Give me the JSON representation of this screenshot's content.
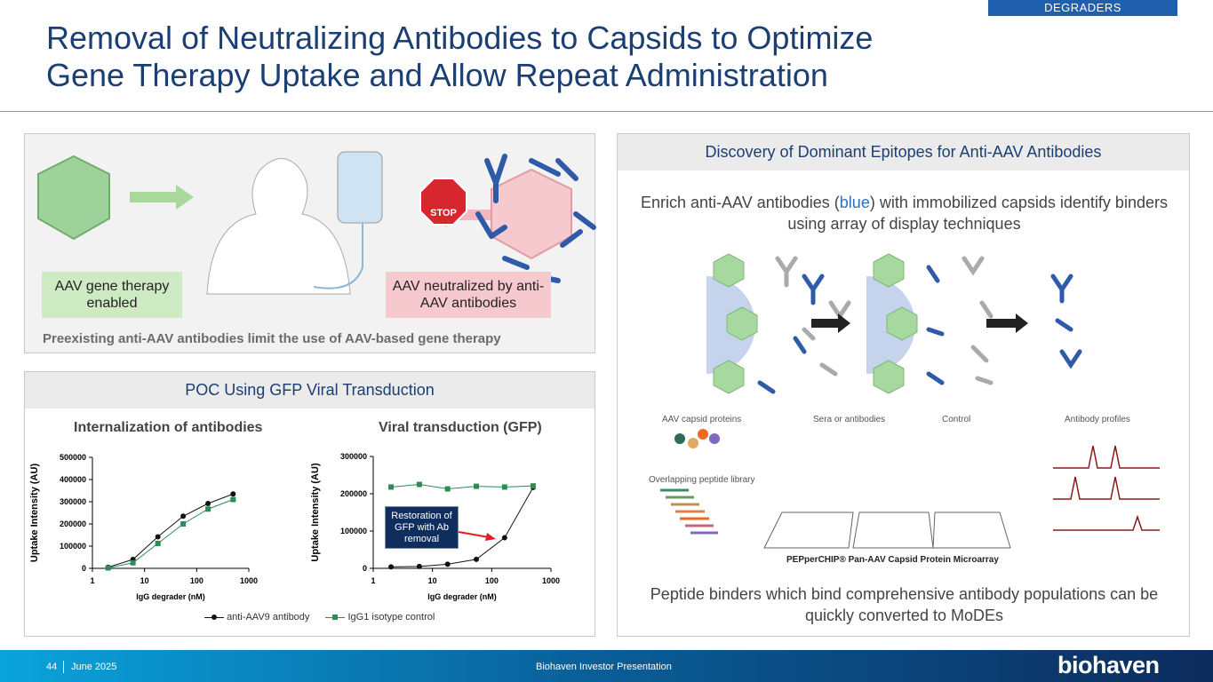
{
  "header": {
    "title_line1": "Removal of Neutralizing Antibodies to Capsids to Optimize",
    "title_line2": "Gene Therapy Uptake and Allow Repeat Administration",
    "badge": "DEGRADERS"
  },
  "top_left": {
    "label_enabled": "AAV gene therapy enabled",
    "label_neutralized": "AAV neutralized by anti-AAV antibodies",
    "stop_sign": "STOP",
    "caption": "Preexisting anti-AAV antibodies limit the use of AAV-based gene therapy"
  },
  "poc": {
    "header": "POC Using GFP Viral Transduction",
    "chart1_title": "Internalization of antibodies",
    "chart2_title": "Viral transduction (GFP)",
    "annotation": "Restoration of GFP with Ab removal",
    "legend": [
      "anti-AAV9 antibody",
      "IgG1 isotype control"
    ]
  },
  "right": {
    "header": "Discovery of Dominant Epitopes for Anti-AAV Antibodies",
    "intro_pre": "Enrich anti-AAV antibodies (",
    "intro_blue": "blue",
    "intro_post": ") with immobilized capsids identify binders using array of display techniques",
    "fig_labels": [
      "AAV capsid proteins",
      "Sera or antibodies",
      "Control",
      "Antibody profiles",
      "Overlapping peptide library",
      "PEPperCHIP® Pan-AAV Capsid Protein Microarray"
    ],
    "conclusion": "Peptide binders which bind comprehensive antibody populations can be quickly converted to MoDEs"
  },
  "footer": {
    "page": "44",
    "date": "June 2025",
    "center": "Biohaven Investor Presentation",
    "logo": "biohaven"
  },
  "colors": {
    "title": "#1b3f73",
    "badge": "#1f5fae",
    "series1": "#111111",
    "series2": "#2e8b57"
  },
  "chart_data": [
    {
      "type": "line",
      "title": "Internalization of antibodies",
      "xlabel": "IgG degrader (nM)",
      "ylabel": "Uptake Intensity (AU)",
      "xscale": "log",
      "xlim": [
        1,
        1000
      ],
      "ylim": [
        0,
        500000
      ],
      "xticks": [
        "1",
        "10",
        "100",
        "1000"
      ],
      "yticks": [
        "0",
        "100000",
        "200000",
        "300000",
        "400000",
        "500000"
      ],
      "x": [
        2,
        6,
        18,
        55,
        165,
        500
      ],
      "series": [
        {
          "name": "anti-AAV9 antibody",
          "values": [
            5000,
            40000,
            142000,
            235000,
            292000,
            335000
          ]
        },
        {
          "name": "IgG1 isotype control",
          "values": [
            2000,
            25000,
            112000,
            200000,
            267000,
            310000
          ]
        }
      ]
    },
    {
      "type": "line",
      "title": "Viral transduction (GFP)",
      "xlabel": "IgG degrader (nM)",
      "ylabel": "Uptake Intensity (AU)",
      "xscale": "log",
      "xlim": [
        1,
        1000
      ],
      "ylim": [
        0,
        300000
      ],
      "xticks": [
        "1",
        "10",
        "100",
        "1000"
      ],
      "yticks": [
        "0",
        "100000",
        "200000",
        "300000"
      ],
      "x": [
        2,
        6,
        18,
        55,
        165,
        500
      ],
      "series": [
        {
          "name": "anti-AAV9 antibody",
          "values": [
            4000,
            5000,
            11000,
            24000,
            82000,
            217000
          ]
        },
        {
          "name": "IgG1 isotype control",
          "values": [
            218000,
            225000,
            213000,
            220000,
            218000,
            221000
          ]
        }
      ]
    }
  ]
}
